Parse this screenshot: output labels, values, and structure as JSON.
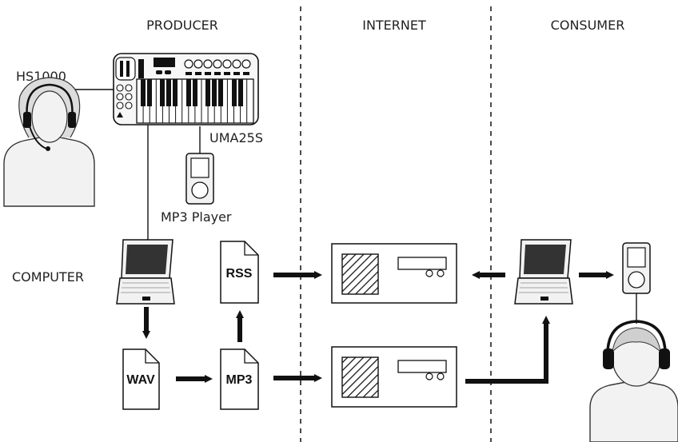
{
  "sections": {
    "producer": "PRODUCER",
    "internet": "INTERNET",
    "consumer": "CONSUMER"
  },
  "devices": {
    "headset": "HS1000",
    "keyboard": "UMA25S",
    "player": "MP3 Player",
    "computer": "COMPUTER"
  },
  "files": {
    "rss": "RSS",
    "wav": "WAV",
    "mp3": "MP3"
  },
  "colors": {
    "line": "#111111",
    "fill_light": "#f2f2f2",
    "screen": "#333333"
  }
}
